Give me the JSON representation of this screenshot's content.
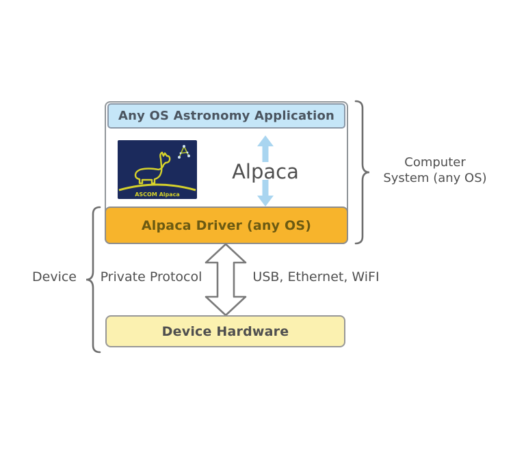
{
  "diagram": {
    "computer_system": {
      "app_box_label": "Any OS Astronomy Application",
      "alpaca_label": "Alpaca",
      "driver_box_label": "Alpaca Driver (any OS)",
      "brace_label_line1": "Computer",
      "brace_label_line2": "System (any OS)"
    },
    "device": {
      "brace_label": "Device",
      "private_protocol_label": "Private Protocol",
      "transport_label": "USB, Ethernet, WiFI",
      "hardware_box_label": "Device Hardware"
    },
    "logo": {
      "caption": "ASCOM Alpaca"
    },
    "colors": {
      "app_box_fill": "#c5e6f8",
      "app_box_border": "#8a98a8",
      "driver_box_fill": "#f7b42c",
      "driver_box_text": "#6b5a12",
      "hardware_box_fill": "#fbf1b0",
      "box_border_gray": "#909599",
      "arrow_blue": "#a9d5f0",
      "arrow_outline_gray": "#7a7a7a",
      "brace_gray": "#6e6e6e",
      "logo_navy": "#1b2a5c",
      "logo_yellow": "#d6d22b",
      "text_gray": "#4f4f4f"
    }
  }
}
